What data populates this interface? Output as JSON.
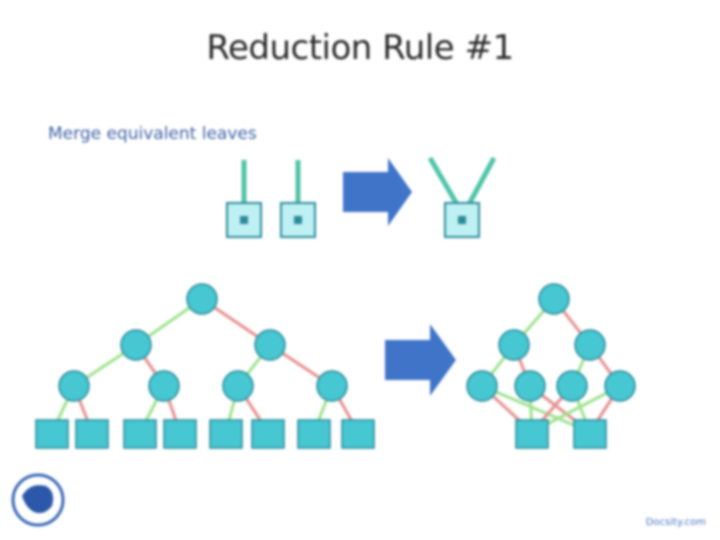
{
  "title": "Reduction Rule #1",
  "subtitle": "Merge equivalent leaves",
  "footer": {
    "watermark": "Docsity.com"
  },
  "icons": {
    "arrow": "right-arrow-icon",
    "logo": "institution-seal-icon"
  },
  "colors": {
    "node_fill": "#46c7d2",
    "low_edge": "#9fe28f",
    "high_edge": "#e78f8f",
    "arrow": "#3f74c8",
    "title_text": "#2b2b2b",
    "subtitle_text": "#3f63a6"
  }
}
